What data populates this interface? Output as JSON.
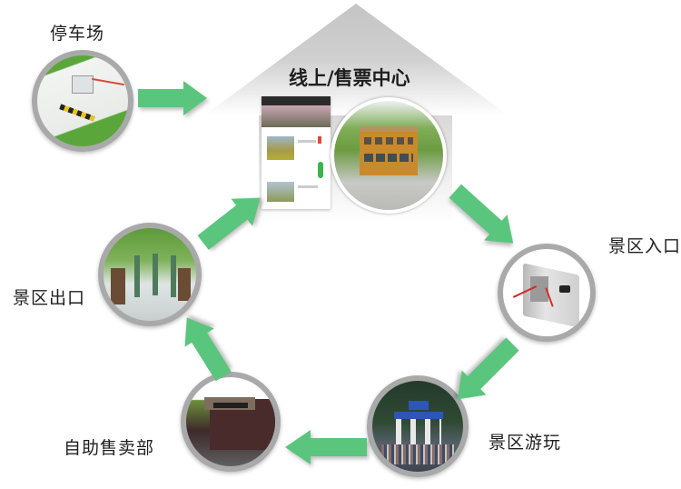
{
  "title": "线上/售票中心",
  "nodes": [
    {
      "id": "parking",
      "label": "停车场",
      "icon": "parking-gate-icon"
    },
    {
      "id": "ticket-center",
      "label": "线上/售票中心",
      "icon": "ticket-office-icon"
    },
    {
      "id": "entrance",
      "label": "景区入口",
      "icon": "turnstile-icon"
    },
    {
      "id": "tour",
      "label": "景区游玩",
      "icon": "scenic-gate-icon"
    },
    {
      "id": "shop",
      "label": "自助售卖部",
      "icon": "shop-icon"
    },
    {
      "id": "exit",
      "label": "景区出口",
      "icon": "exit-gate-icon"
    }
  ],
  "flow": [
    {
      "from": "停车场",
      "to": "线上/售票中心"
    },
    {
      "from": "线上/售票中心",
      "to": "景区入口"
    },
    {
      "from": "景区入口",
      "to": "景区游玩"
    },
    {
      "from": "景区游玩",
      "to": "自助售卖部"
    },
    {
      "from": "自助售卖部",
      "to": "景区出口"
    },
    {
      "from": "景区出口",
      "to": "线上/售票中心"
    }
  ],
  "colors": {
    "arrow": "#5ac57d",
    "house": "#c8c8c8",
    "ring": "#a9a9a9"
  }
}
